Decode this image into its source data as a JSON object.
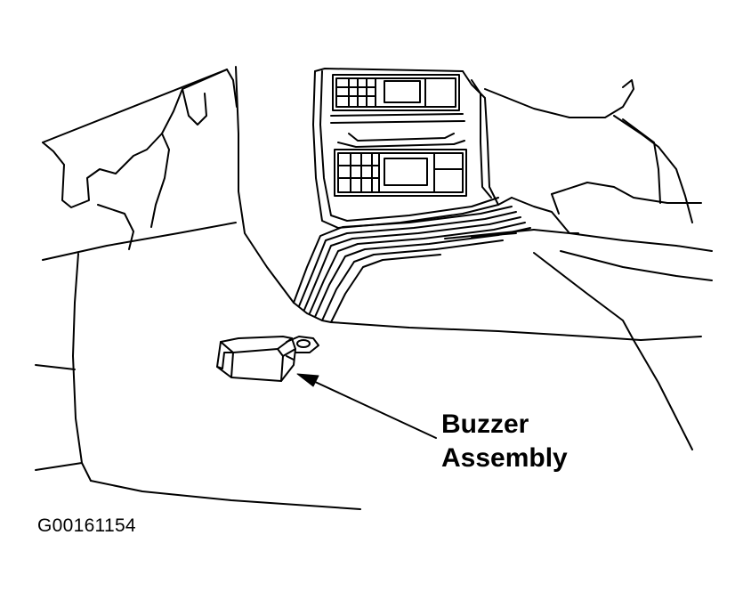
{
  "callout": {
    "line1": "Buzzer",
    "line2": "Assembly"
  },
  "figure_id": "G00161154",
  "colors": {
    "ink": "#000000",
    "paper": "#ffffff"
  }
}
